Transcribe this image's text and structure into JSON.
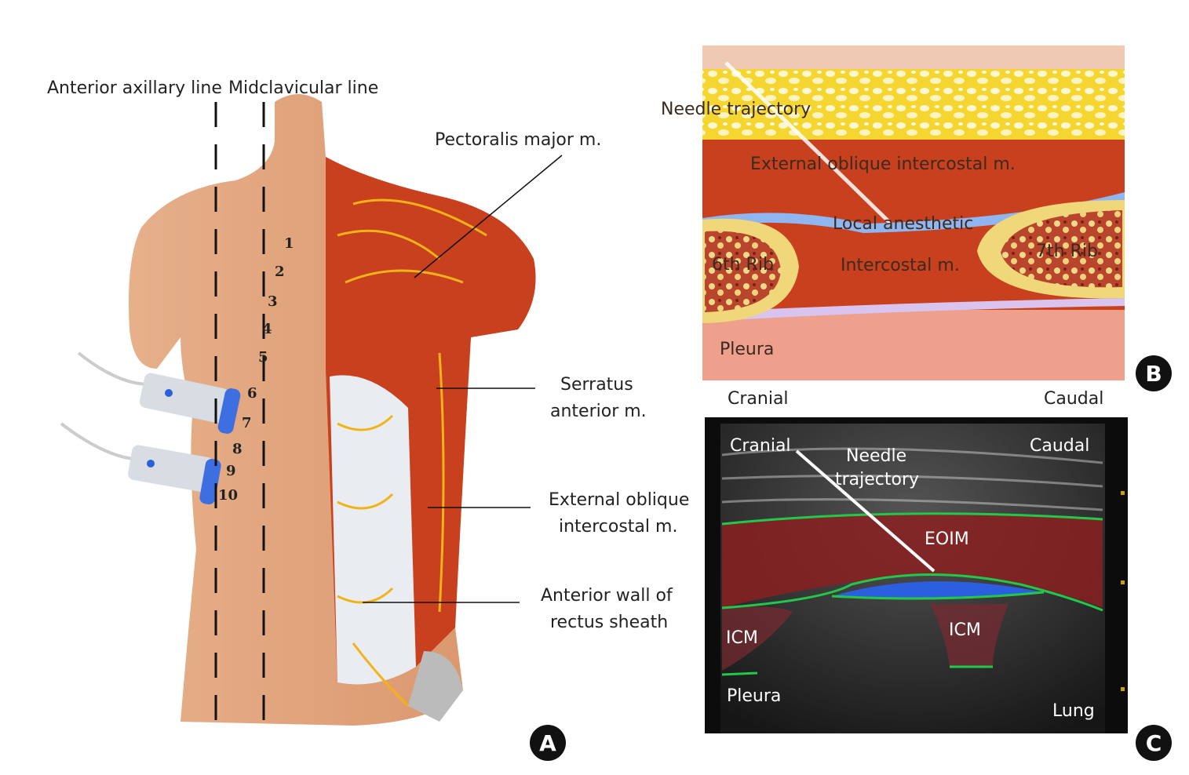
{
  "panel_a": {
    "badge": "A",
    "lines": {
      "anterior_axillary": "Anterior axillary line",
      "midclavicular": "Midclavicular line"
    },
    "labels": {
      "pectoralis": "Pectoralis major m.",
      "serratus_1": "Serratus",
      "serratus_2": "anterior m.",
      "eoim_1": "External oblique",
      "eoim_2": "intercostal m.",
      "rectus_1": "Anterior wall of",
      "rectus_2": "rectus sheath"
    },
    "rib_numbers": [
      "1",
      "2",
      "3",
      "4",
      "5",
      "6",
      "7",
      "8",
      "9",
      "10"
    ]
  },
  "panel_b": {
    "badge": "B",
    "labels": {
      "needle": "Needle trajectory",
      "eoim": "External oblique intercostal m.",
      "local": "Local anesthetic",
      "rib6": "6th Rib",
      "rib7": "7th Rib",
      "icm": "Intercostal m.",
      "pleura": "Pleura"
    },
    "cranial": "Cranial",
    "caudal": "Caudal"
  },
  "panel_c": {
    "badge": "C",
    "labels": {
      "cranial": "Cranial",
      "caudal": "Caudal",
      "needle_1": "Needle",
      "needle_2": "trajectory",
      "eoim": "EOIM",
      "icm_left": "ICM",
      "icm_right": "ICM",
      "pleura": "Pleura",
      "lung": "Lung"
    }
  },
  "colors": {
    "muscle": "#c8401e",
    "fat": "#f4d63a",
    "anesthetic": "#8fb6f0",
    "outline": "#22c84a",
    "nerve": "#f2b318"
  }
}
